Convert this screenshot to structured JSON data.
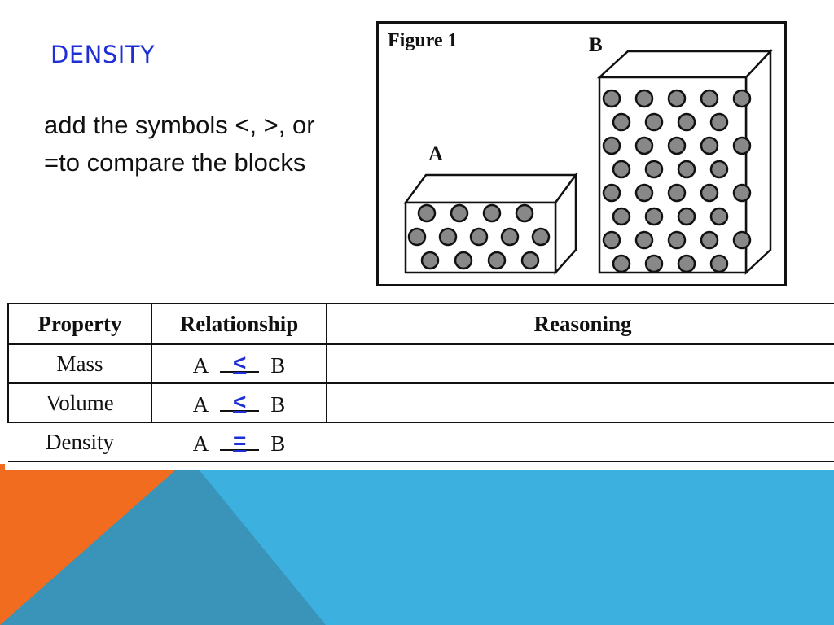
{
  "slide": {
    "title": "DENSITY",
    "instruction": "add the symbols <, >, or =to compare the blocks"
  },
  "figure": {
    "caption": "Figure 1",
    "block_a_label": "A",
    "block_b_label": "B"
  },
  "table": {
    "headers": [
      "Property",
      "Relationship",
      "Reasoning"
    ],
    "rows": [
      {
        "property": "Mass",
        "left": "A",
        "symbol": "<",
        "right": "B",
        "reasoning": ""
      },
      {
        "property": "Volume",
        "left": "A",
        "symbol": "<",
        "right": "B",
        "reasoning": ""
      },
      {
        "property": "Density",
        "left": "A",
        "symbol": "=",
        "right": "B",
        "reasoning": ""
      }
    ]
  },
  "colors": {
    "title": "#1f2fd6",
    "answer": "#1f2fd6",
    "accent_orange": "#f26c20",
    "accent_blue": "#3cb0de",
    "accent_dark_blue": "#3a93b8"
  }
}
